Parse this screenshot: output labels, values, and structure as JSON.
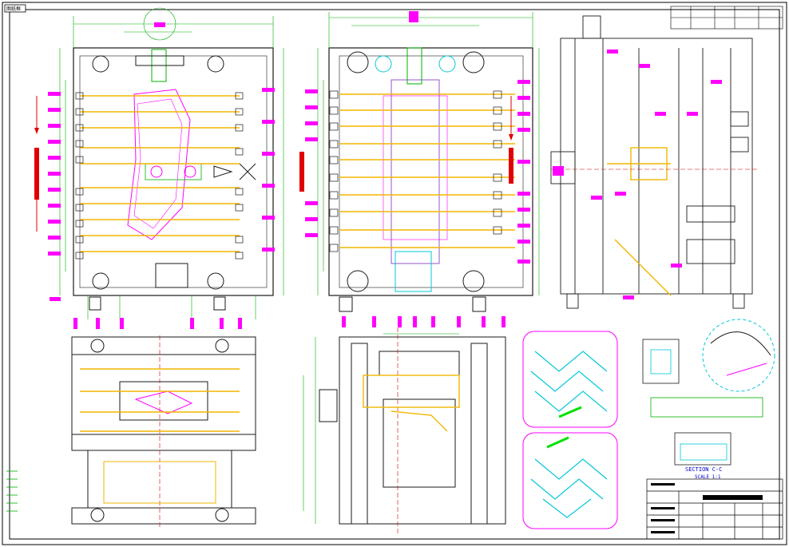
{
  "sheet": {
    "background": "#ffffff",
    "border_color": "#000000",
    "sheet_tag": "图纸框"
  },
  "colors": {
    "outline": "#1a1a1a",
    "dimension": "#00b000",
    "cooling": "#f2b600",
    "callout": "#ff00ff",
    "ejector": "#7a2bbf",
    "waterline": "#00c8d8",
    "center": "#d00000",
    "parting": "#0000cc"
  },
  "views": {
    "top_left": "core half plan view",
    "top_middle": "cavity half plan view",
    "top_right": "side section view",
    "bottom_left": "front elevation",
    "bottom_middle": "cross section",
    "cooling_circuit_a": "cooling layout A",
    "cooling_circuit_b": "cooling layout B",
    "detail_a": "detail view",
    "detail_b": "detail circle"
  },
  "section_label": "SECTION C-C",
  "section_scale": "SCALE 1:1",
  "title_block": {
    "rows": [
      "",
      "",
      "",
      "",
      "",
      ""
    ]
  }
}
